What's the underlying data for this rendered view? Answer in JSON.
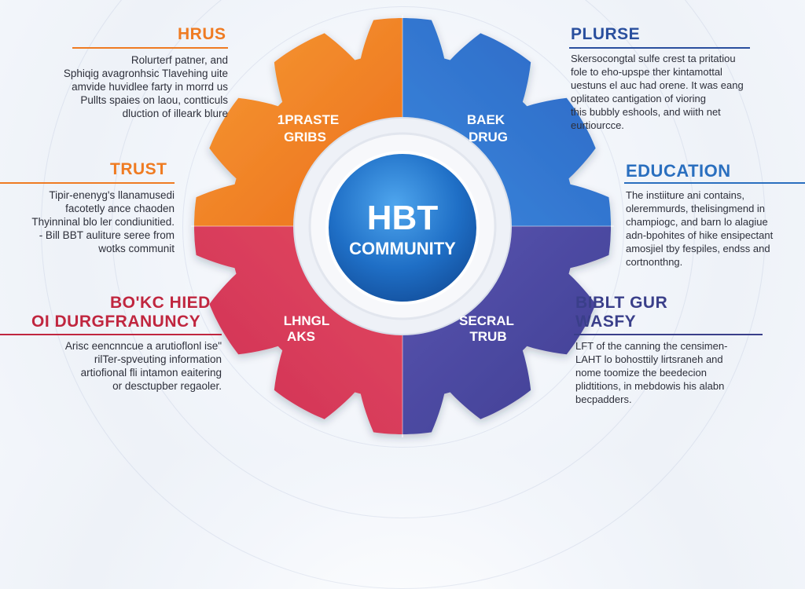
{
  "center": {
    "line1": "HBT",
    "line2": "COMMUNITY"
  },
  "segments": [
    {
      "id": "top-left",
      "line1": "1PRASTE",
      "line2": "GRIBS",
      "color": "#f07e24"
    },
    {
      "id": "top-right",
      "line1": "BAEK",
      "line2": "DRUG",
      "color": "#2f73c8"
    },
    {
      "id": "bottom-left",
      "line1": "LHNGL",
      "line2": "AKS",
      "color": "#d73a5a"
    },
    {
      "id": "bottom-right",
      "line1": "SECRAL",
      "line2": "TRUB",
      "color": "#4a4b9e"
    }
  ],
  "panels": {
    "hrus": {
      "title": "HRUS",
      "color": "#ef7b22",
      "lines": [
        "Rolurterf patner, and",
        "Sphiqig avagronhsic Tlavehing uite",
        "amvide huvidlee farty in morrd us",
        "Pullts spaies on laou, contticuls",
        "dluction of illeark blure"
      ]
    },
    "trust": {
      "title": "TRUST",
      "color": "#ef7b22",
      "lines": [
        "Tipir-enenyg's llanamusedi",
        "facotetly ance chaoden",
        "Thyinninal blo ler condiunitied.",
        "- Bill BBT auliture seree from",
        "wotks communit"
      ]
    },
    "bokc": {
      "title1": "BO'KC HIED",
      "title2": "OI DURGFRANUNCY",
      "color": "#c0263f",
      "lines": [
        "Arisc eencnncue  a arutioflonl ise\"",
        "rilTer-spveuting information",
        "artiofional fli intamon eaitering",
        "or desctupber regaoler."
      ]
    },
    "plurse": {
      "title": "PLURSE",
      "color": "#2a4f9e",
      "lines": [
        "Skersocongtal sulfe crest ta pritatiou",
        "fole to eho-upspe ther kintamottal",
        "uestuns el auc had orene. It was eang",
        "oplitateo cantigation of vioring",
        "this bubbly eshools, and wiith net",
        "eurtiourcce."
      ]
    },
    "education": {
      "title": "EDUCATION",
      "color": "#2a6fbf",
      "lines": [
        "The instiiture ani contains,",
        "oleremmurds, thelisingmend in",
        "champiogc, and barn lo alagiue",
        "adn-bpohites of hike ensipectant",
        "amosjiel tby fespiles, endss and",
        "cortnonthng."
      ]
    },
    "bibltgur": {
      "title1": "BIBLT GUR",
      "title2": "WASFY",
      "color": "#3a3f8a",
      "lines": [
        "LFT of the canning the censimen-",
        "LAHT lo bohosttily lirtsraneh and",
        "nome toomize the beedecion",
        "plidtitions, in mebdowis his alabn",
        "becpadders."
      ]
    }
  }
}
